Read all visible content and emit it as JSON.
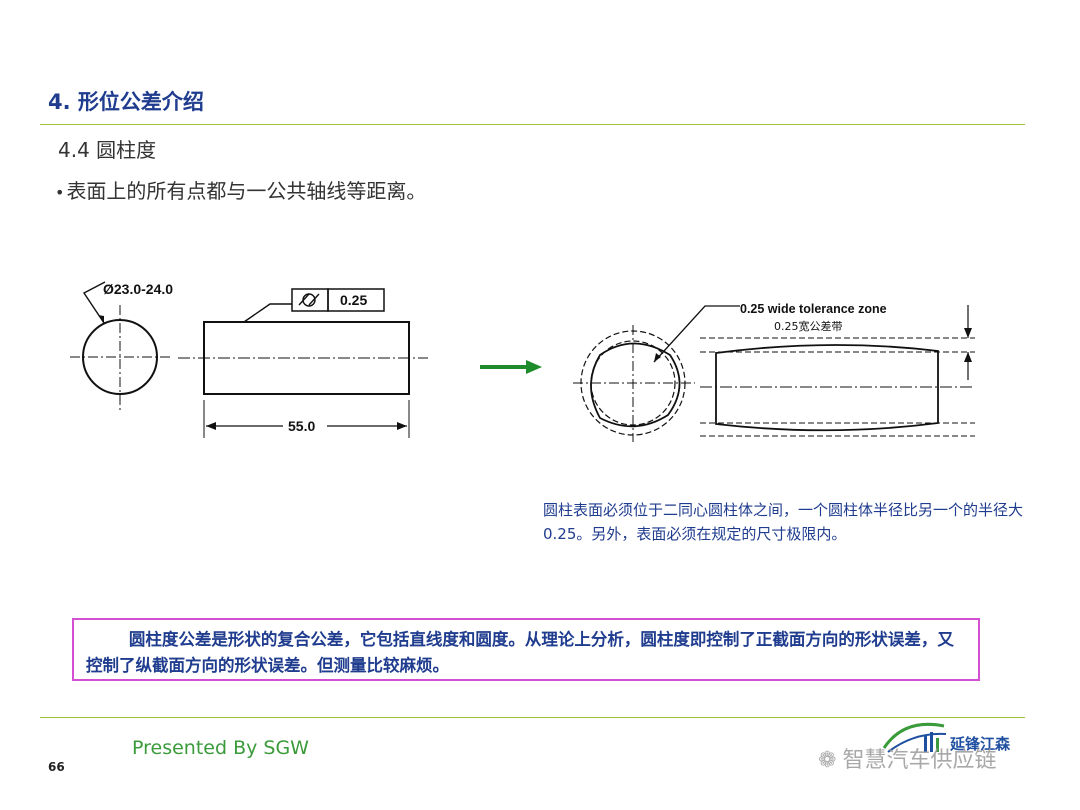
{
  "header": {
    "title": "4. 形位公差介绍"
  },
  "section": {
    "subtitle": "4.4 圆柱度",
    "bullet": "表面上的所有点都与一公共轴线等距离。"
  },
  "figure": {
    "diameter_label": "Ø23.0-24.0",
    "tolerance_value": "0.25",
    "length_label": "55.0",
    "zone_label_en": "0.25 wide tolerance zone",
    "zone_label_cn": "0.25宽公差带",
    "arrow_color": "#1e8c2a"
  },
  "caption": "圆柱表面必须位于二同心圆柱体之间，一个圆柱体半径比另一个的半径大0.25。另外，表面必须在规定的尺寸极限内。",
  "note": "圆柱度公差是形状的复合公差，它包括直线度和圆度。从理论上分析，圆柱度即控制了正截面方向的形状误差，又控制了纵截面方向的形状误差。但测量比较麻烦。",
  "footer": {
    "presenter": "Presented By SGW",
    "page_number": "66",
    "logo_text": "延锋江森",
    "watermark": "智慧汽车供应链",
    "colors": {
      "accent": "#9bc43c",
      "title": "#1f3c8f",
      "note_border": "#d44fd1",
      "presenter": "#3b9b3b"
    }
  }
}
